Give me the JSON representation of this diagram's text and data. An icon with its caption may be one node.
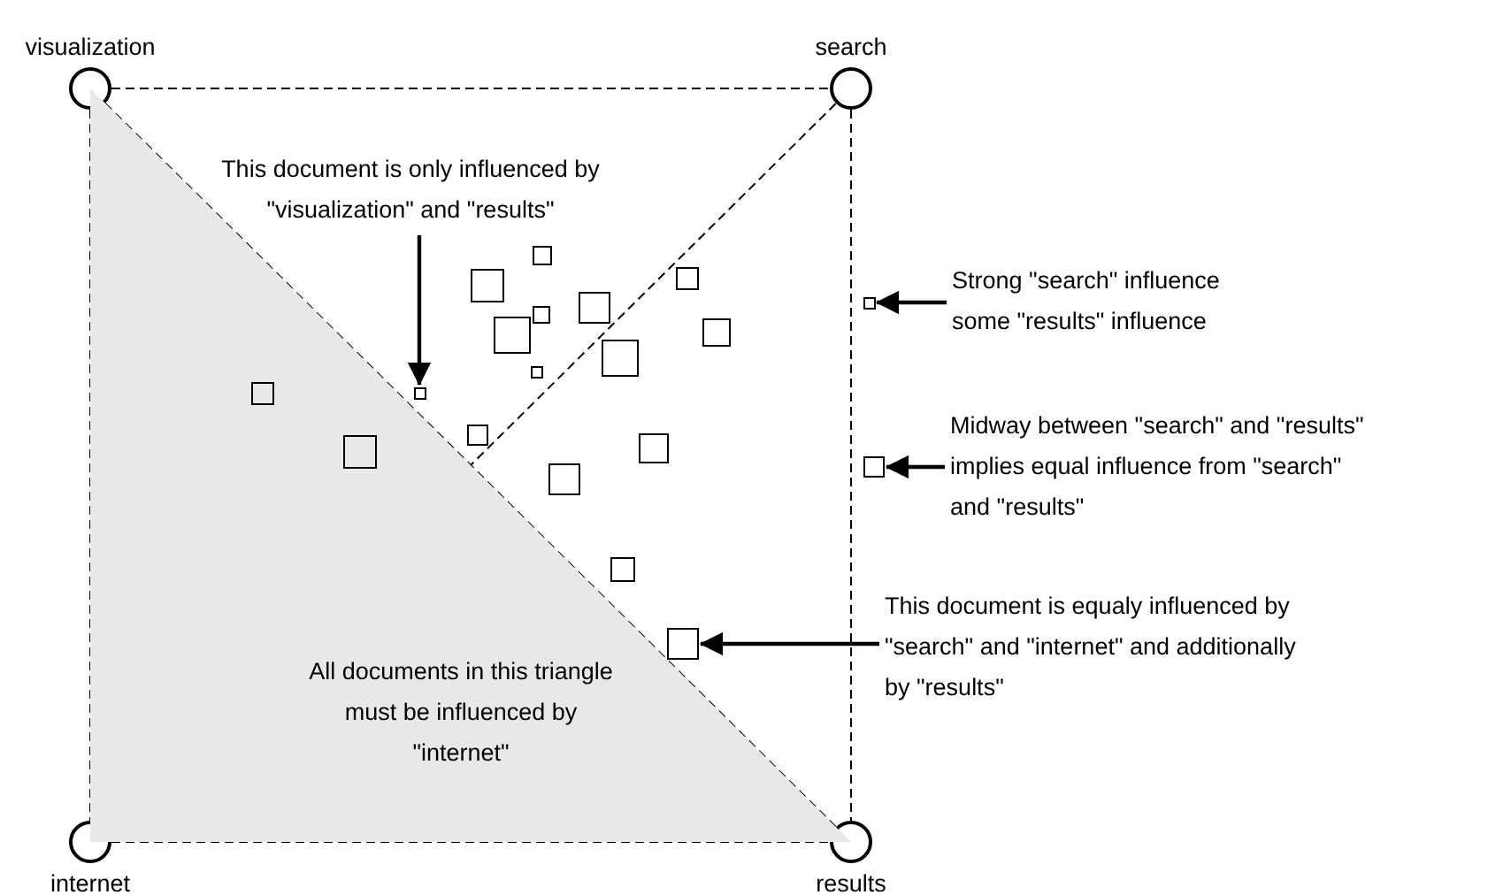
{
  "diagram": {
    "nodes": [
      {
        "text": [
          "visualization"
        ]
      },
      {
        "text": [
          "search"
        ]
      },
      {
        "text": [
          "internet"
        ]
      },
      {
        "text": [
          "results"
        ]
      },
      {
        "text": [
          "All documents in this triangle must be influenced by \"internet\""
        ]
      },
      {
        "text": [
          "This document is only influenced by \"visualization\" and \"results\""
        ]
      },
      {
        "text": [
          "Strong \"search\" influence some \"results\" influence"
        ]
      },
      {
        "text": [
          "Midway between \"search\" and \"results\" implies equal influence from \"search\" and \"results\""
        ]
      },
      {
        "text": [
          "This document is equaly influenced by \"search\" and \"internet\" and additionally by \"results\""
        ]
      },
      {
        "text": [],
        "shape": "box"
      },
      {
        "text": [],
        "shape": "box"
      },
      {
        "text": [],
        "shape": "box"
      },
      {
        "text": [],
        "shape": "box"
      },
      {
        "text": [],
        "shape": "box"
      },
      {
        "text": [],
        "shape": "box"
      },
      {
        "text": [],
        "shape": "box"
      },
      {
        "text": [],
        "shape": "box"
      },
      {
        "text": [],
        "shape": "box"
      },
      {
        "text": [],
        "shape": "box"
      },
      {
        "text": [],
        "shape": "box",
        "in": 4
      },
      {
        "text": [],
        "shape": "box"
      },
      {
        "text": [],
        "shape": "box"
      },
      {
        "text": [],
        "shape": "box"
      },
      {
        "text": [],
        "shape": "box",
        "in": 4
      },
      {
        "text": [],
        "shape": "box"
      },
      {
        "text": [],
        "shape": "box"
      },
      {
        "text": [],
        "shape": "box"
      },
      {
        "text": [],
        "shape": "box"
      }
    ],
    "edges": [
      {
        "from": 0,
        "to": 1,
        "arrow": "none",
        "style": "dashed"
      },
      {
        "from": 0,
        "to": 2,
        "arrow": "none",
        "style": "dashed"
      },
      {
        "from": 0,
        "to": 3,
        "arrow": "none",
        "style": "dashed"
      },
      {
        "from": 2,
        "to": 1,
        "arrow": "none",
        "style": "dashed"
      },
      {
        "from": 1,
        "to": 3,
        "arrow": "none",
        "style": "dashed"
      },
      {
        "from": 2,
        "to": 3,
        "arrow": "none",
        "style": "dashed"
      },
      {
        "from": 5,
        "to": 20,
        "arrow": "to"
      },
      {
        "from": 6,
        "to": 12,
        "arrow": "to"
      },
      {
        "from": 7,
        "to": 24,
        "arrow": "to"
      },
      {
        "from": 8,
        "to": 27,
        "arrow": "to"
      }
    ]
  }
}
